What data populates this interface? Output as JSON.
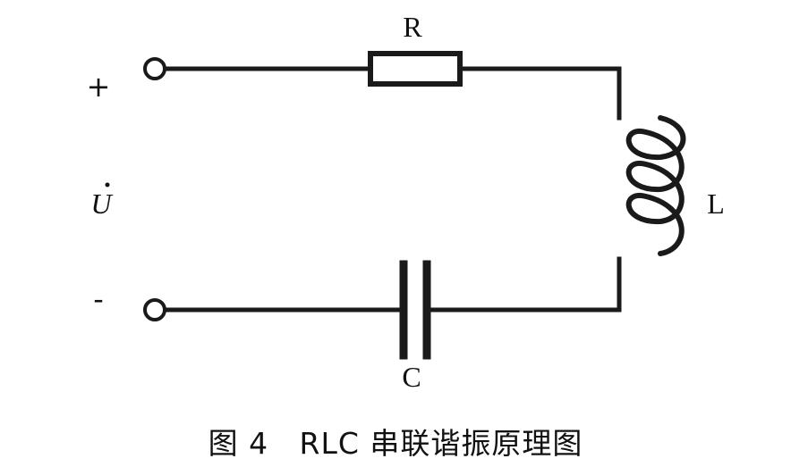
{
  "labels": {
    "resistor": "R",
    "inductor": "L",
    "capacitor": "C",
    "voltage": "U",
    "plus": "+",
    "minus": "-"
  },
  "caption": "图 4   RLC 串联谐振原理图",
  "colors": {
    "line": "#1a1a1a",
    "background": "#ffffff"
  }
}
